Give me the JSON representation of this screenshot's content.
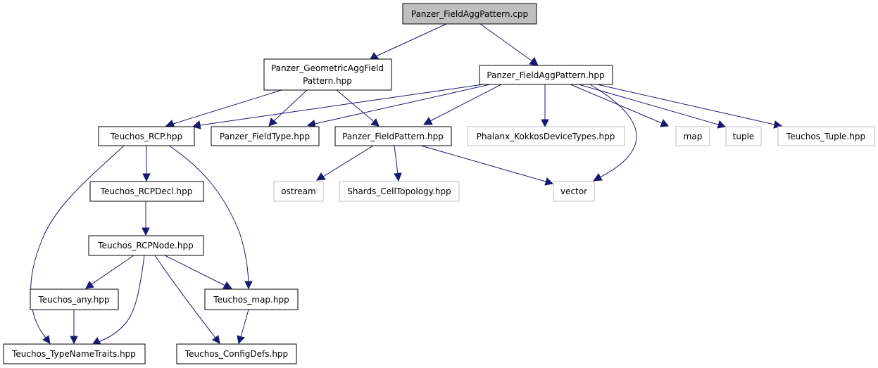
{
  "nodes": {
    "root": "Panzer_FieldAggPattern.cpp",
    "geometric": [
      "Panzer_GeometricAggField",
      "Pattern.hpp"
    ],
    "fieldagg_hpp": "Panzer_FieldAggPattern.hpp",
    "rcp": "Teuchos_RCP.hpp",
    "fieldtype": "Panzer_FieldType.hpp",
    "fieldpattern": "Panzer_FieldPattern.hpp",
    "phalanx": "Phalanx_KokkosDeviceTypes.hpp",
    "map": "map",
    "tuple": "tuple",
    "teuchos_tuple": "Teuchos_Tuple.hpp",
    "rcpdecl": "Teuchos_RCPDecl.hpp",
    "ostream": "ostream",
    "shards": "Shards_CellTopology.hpp",
    "vector": "vector",
    "rcpnode": "Teuchos_RCPNode.hpp",
    "any": "Teuchos_any.hpp",
    "teuchos_map": "Teuchos_map.hpp",
    "typenametraits": "Teuchos_TypeNameTraits.hpp",
    "configdefs": "Teuchos_ConfigDefs.hpp"
  },
  "colors": {
    "edge": "#191970",
    "root_fill": "#bfbfbf",
    "external_border": "#bfbfbf",
    "internal_border": "#000000"
  }
}
